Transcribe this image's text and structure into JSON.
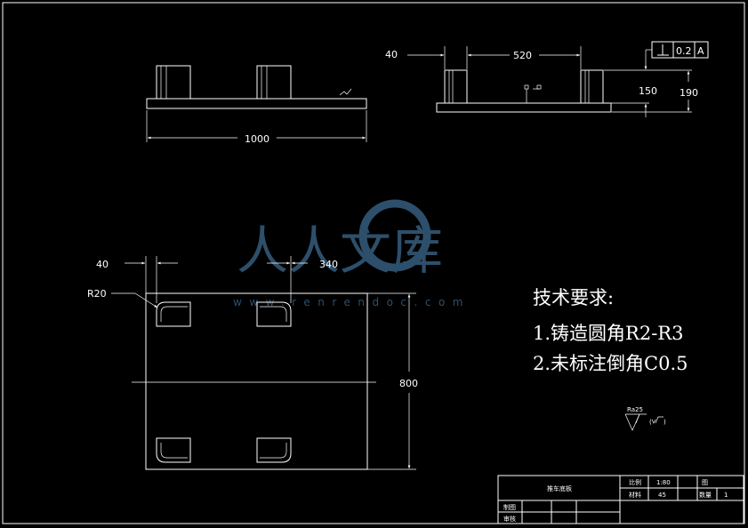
{
  "watermark": {
    "brand": "人人文库",
    "site": "www.renrendoc.com"
  },
  "dimensions": {
    "front_length": "1000",
    "side_offset": "40",
    "side_spacing": "520",
    "side_height_inner": "150",
    "side_height_outer": "190",
    "plan_offset": "40",
    "plan_spacing": "340",
    "plan_height": "800",
    "fillet_radius": "R20"
  },
  "tolerance": {
    "symbol": "⊥",
    "value": "0.2",
    "datum": "A"
  },
  "roughness": {
    "value": "Ra25"
  },
  "notes": {
    "heading": "技术要求:",
    "line1": "1.铸造圆角R2-R3",
    "line2": "2.未标注倒角C0.5"
  },
  "title_block": {
    "part_name": "推车底板",
    "scale_label": "比例",
    "scale_value": "1:80",
    "drawing_no_label": "图",
    "material_label": "材料",
    "material_value": "45",
    "quantity_label": "数量",
    "quantity_value": "1",
    "drawn_label": "制图",
    "checked_label": "审核"
  }
}
